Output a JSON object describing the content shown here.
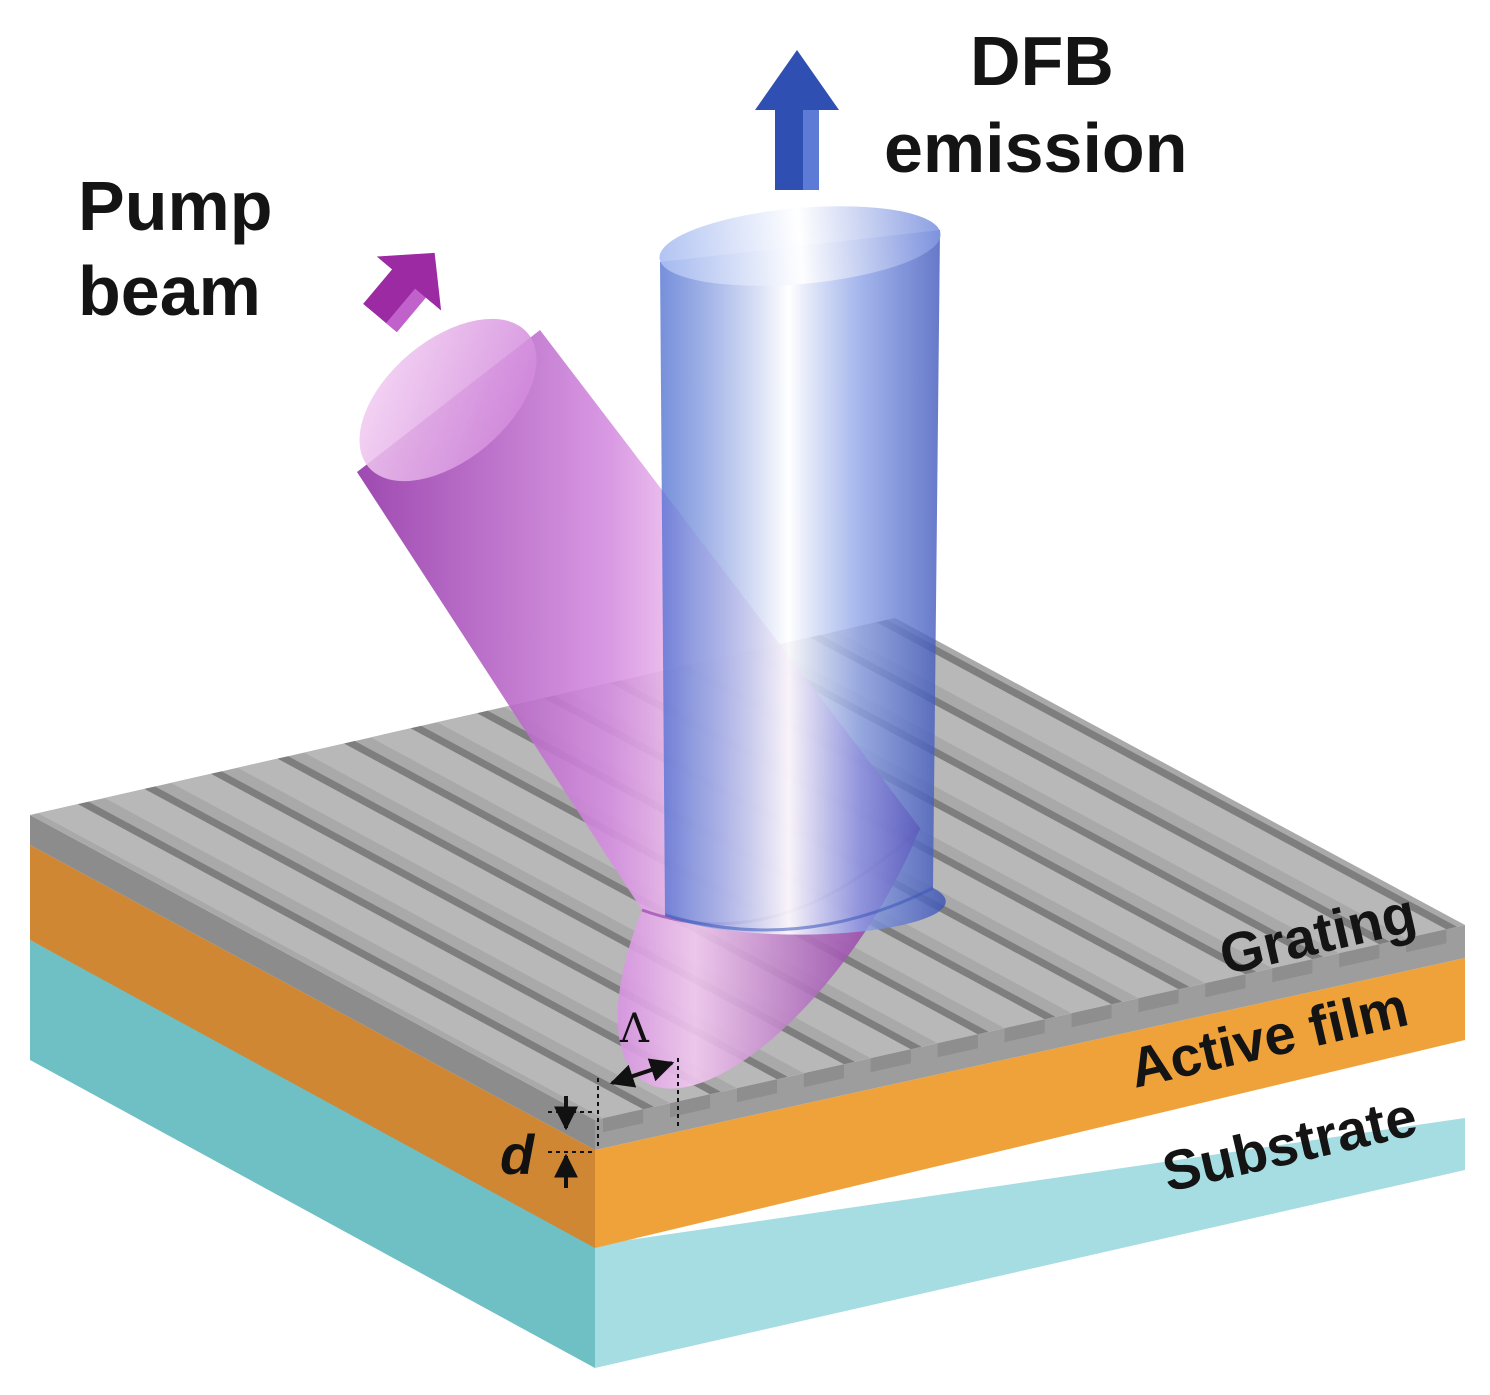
{
  "labels": {
    "pump": [
      "Pump",
      "beam"
    ],
    "emission": [
      "DFB",
      "emission"
    ],
    "grating": "Grating",
    "active_film": "Active film",
    "substrate": "Substrate",
    "period_symbol": "Λ",
    "thickness_symbol": "d"
  },
  "colors": {
    "grating_top": "#a9a9a9",
    "grating_ridge": "#b8b8b8",
    "grating_groove": "#7e7e7e",
    "active_film": "#f0a23a",
    "active_film_dark": "#cf8733",
    "substrate": "#a6dde2",
    "substrate_dark": "#6bbcbf",
    "pump_beam": "#b24bc4",
    "pump_arrow": "#9b2aa3",
    "emission_beam": "#5c7cd9",
    "emission_arrow": "#2f4fb3"
  },
  "grating": {
    "ridge_count": 13
  }
}
